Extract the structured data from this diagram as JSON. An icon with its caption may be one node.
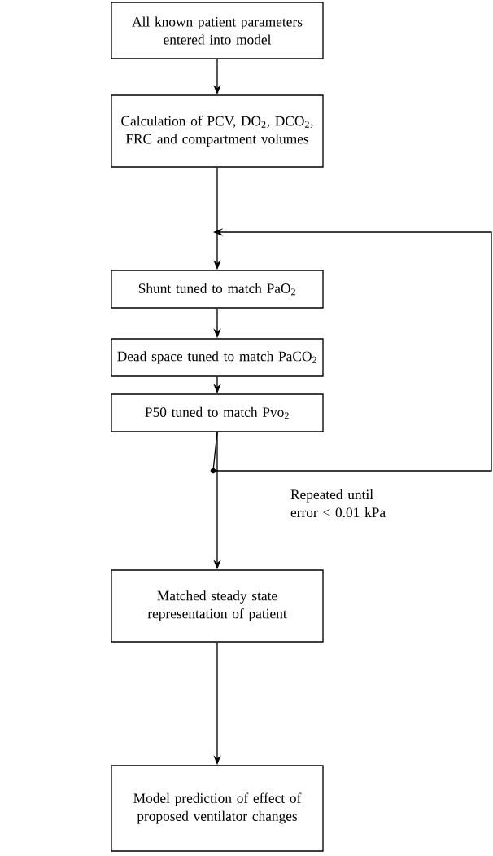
{
  "diagram": {
    "nodes": [
      {
        "text": [
          "All known patient parameters entered into model"
        ]
      },
      {
        "text": [
          "Calculation of PCV, DO$_{2}$, DCO$_{2}$, FRC and compartment volumes"
        ]
      },
      {
        "text": [
          "Shunt tuned to match PaO$_{2}$"
        ]
      },
      {
        "text": [
          "Dead space tuned to match PaCO$_{2}$"
        ]
      },
      {
        "text": [
          "P50 tuned to match Pvo$_{2}$"
        ]
      },
      {
        "text": [
          "Matched steady state representation of patient"
        ]
      },
      {
        "text": [
          "Model prediction of effect of proposed ventilator changes"
        ]
      }
    ],
    "edges": [
      {
        "from": 0,
        "to": 1,
        "arrow": "to"
      },
      {
        "from": 1,
        "to": 2,
        "arrow": "to"
      },
      {
        "from": 2,
        "to": 3,
        "arrow": "to"
      },
      {
        "from": 3,
        "to": 4,
        "arrow": "to"
      },
      {
        "from": 4,
        "to": 5,
        "arrow": "to"
      },
      {
        "from": 5,
        "to": 6,
        "arrow": "to"
      },
      {
        "from": 4,
        "to": 2,
        "arrow": "to",
        "label": "Repeated until error < 0.01 kPa"
      }
    ]
  }
}
